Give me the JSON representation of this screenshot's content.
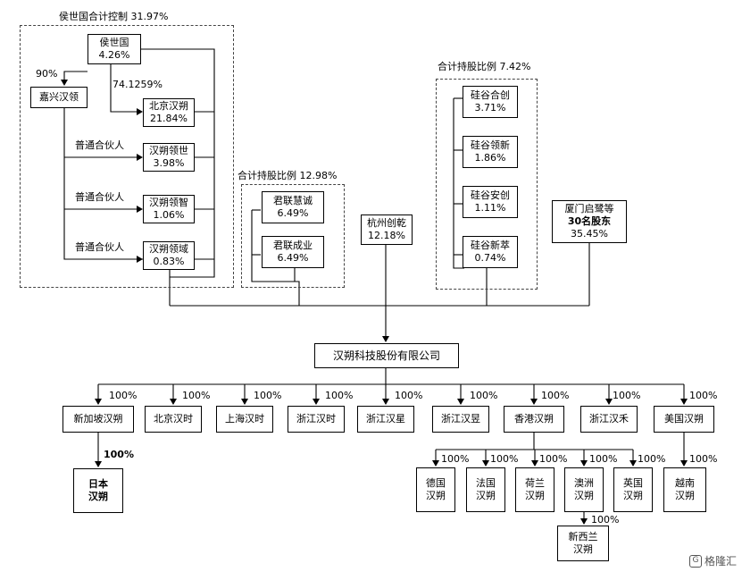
{
  "groups": {
    "huoshiguo": "侯世国合计控制 31.97%",
    "junlian": "合计持股比例 12.98%",
    "guigu": "合计持股比例 7.42%"
  },
  "entities": {
    "houshiguo": {
      "name": "侯世国",
      "pct": "4.26%"
    },
    "jiaxing": {
      "name": "嘉兴汉领"
    },
    "beijing_hanshuo": {
      "name": "北京汉朔",
      "pct": "21.84%"
    },
    "hanshuo_lingshi": {
      "name": "汉朔领世",
      "pct": "3.98%"
    },
    "hanshuo_lingzhi": {
      "name": "汉朔领智",
      "pct": "1.06%"
    },
    "hanshuo_lingyu": {
      "name": "汉朔领域",
      "pct": "0.83%"
    },
    "junlian_huicheng": {
      "name": "君联慧诚",
      "pct": "6.49%"
    },
    "junlian_chengye": {
      "name": "君联成业",
      "pct": "6.49%"
    },
    "hangzhou": {
      "name": "杭州创乾",
      "pct": "12.18%"
    },
    "guigu_hechuang": {
      "name": "硅谷合创",
      "pct": "3.71%"
    },
    "guigu_lingxin": {
      "name": "硅谷领新",
      "pct": "1.86%"
    },
    "guigu_anchuang": {
      "name": "硅谷安创",
      "pct": "1.11%"
    },
    "guigu_xincui": {
      "name": "硅谷新萃",
      "pct": "0.74%"
    },
    "xiamen": {
      "line1": "厦门启鹭等",
      "line2": "30名股东",
      "pct": "35.45%"
    },
    "company": {
      "name": "汉朔科技股份有限公司"
    }
  },
  "edge_labels": {
    "jiaxing_pct": "90%",
    "beijing_pct": "74.1259%",
    "gp1": "普通合伙人",
    "gp2": "普通合伙人",
    "gp3": "普通合伙人"
  },
  "subsidiaries": [
    {
      "name": "新加坡汉朔",
      "pct": "100%"
    },
    {
      "name": "北京汉时",
      "pct": "100%"
    },
    {
      "name": "上海汉时",
      "pct": "100%"
    },
    {
      "name": "浙江汉时",
      "pct": "100%"
    },
    {
      "name": "浙江汉星",
      "pct": "100%"
    },
    {
      "name": "浙江汉昱",
      "pct": "100%"
    },
    {
      "name": "香港汉朔",
      "pct": "100%"
    },
    {
      "name": "浙江汉禾",
      "pct": "100%"
    },
    {
      "name": "美国汉朔",
      "pct": "100%"
    }
  ],
  "japan": {
    "line1": "日本",
    "line2": "汉朔",
    "pct": "100%"
  },
  "hk_subs": [
    {
      "line1": "德国",
      "line2": "汉朔",
      "pct": "100%"
    },
    {
      "line1": "法国",
      "line2": "汉朔",
      "pct": "100%"
    },
    {
      "line1": "荷兰",
      "line2": "汉朔",
      "pct": "100%"
    },
    {
      "line1": "澳洲",
      "line2": "汉朔",
      "pct": "100%"
    },
    {
      "line1": "英国",
      "line2": "汉朔",
      "pct": "100%"
    }
  ],
  "vietnam": {
    "line1": "越南",
    "line2": "汉朔",
    "pct": "100%"
  },
  "newzealand": {
    "line1": "新西兰",
    "line2": "汉朔",
    "pct": "100%"
  },
  "watermark": "格隆汇"
}
